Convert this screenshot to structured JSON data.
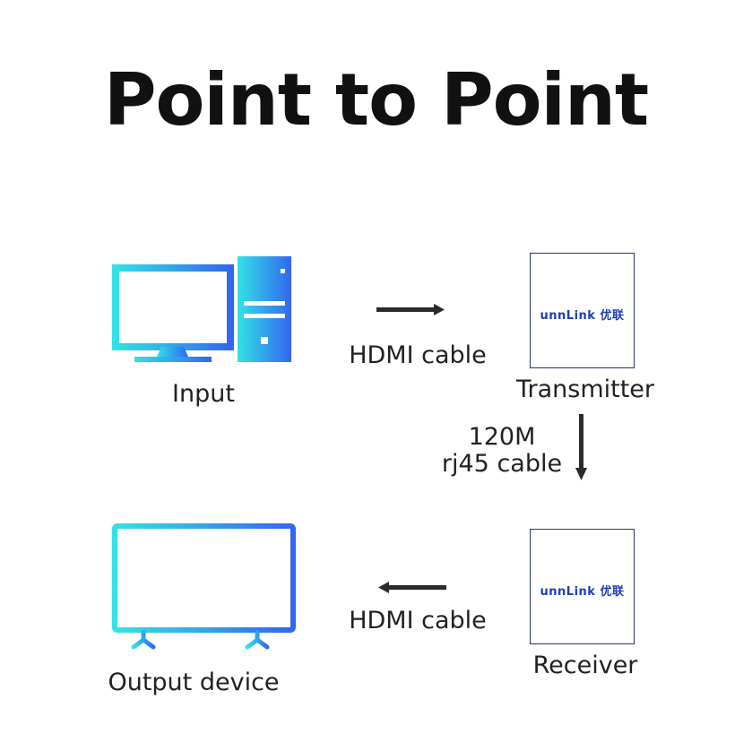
{
  "title": "Point to Point",
  "colors": {
    "gradient_start": "#33e1e6",
    "gradient_end": "#3366ee",
    "arrow": "#2b2b2b",
    "box_border": "#2a3a66",
    "brand": "#1f3fb8"
  },
  "input": {
    "label": "Input"
  },
  "hdmi_top": {
    "label": "HDMI cable"
  },
  "transmitter": {
    "label": "Transmitter",
    "brand": "unnLink 优联"
  },
  "rj45": {
    "line1": "120M",
    "line2": "rj45 cable"
  },
  "receiver": {
    "label": "Receiver",
    "brand": "unnLink 优联"
  },
  "hdmi_bottom": {
    "label": "HDMI cable"
  },
  "output": {
    "label": "Output device"
  }
}
